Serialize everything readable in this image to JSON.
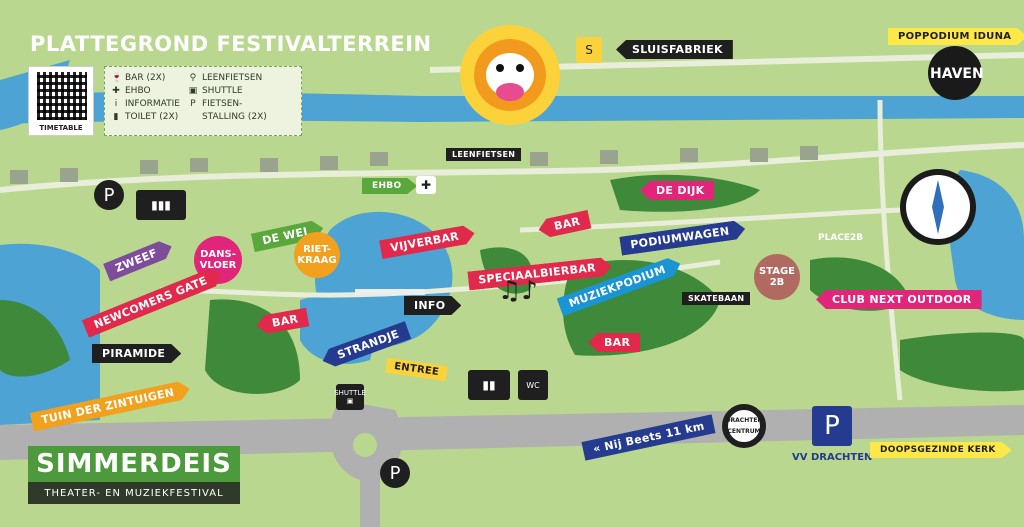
{
  "map": {
    "title": "PLATTEGROND FESTIVALTERREIN",
    "brand": {
      "name": "SIMMERDEIS",
      "subtitle": "THEATER- EN MUZIEKFESTIVAL"
    },
    "qr_label": "TIMETABLE",
    "legend": {
      "left": [
        "BAR (2X)",
        "EHBO",
        "INFORMATIE",
        "TOILET (2X)"
      ],
      "right": [
        "LEENFIETSEN",
        "SHUTTLE",
        "FIETSEN-",
        "STALLING (2X)"
      ]
    },
    "labels": {
      "sluisfabriek": "SLUISFABRIEK",
      "poppodium": "POPPODIUM IDUNA",
      "haven": "HAVEN",
      "leenfietsen": "LEENFIETSEN",
      "ehbo": "EHBO",
      "de_dijk": "DE DIJK",
      "podiumwagen": "PODIUMWAGEN",
      "place2b": "PLACE2B",
      "bar_top": "BAR",
      "vijverbar": "VIJVERBAR",
      "speciaalbierbar": "SPECIAALBIERBAR",
      "de_wei": "DE WEI",
      "rietkraag": "RIET-\nKRAAG",
      "zweef": "ZWEEF",
      "dansvloer": "DANS-\nVLOER",
      "newcomers_gate": "NEWCOMERS GATE",
      "bar_left": "BAR",
      "info": "INFO",
      "muziekpodium": "MUZIEKPODIUM",
      "skatebaan": "SKATEBAAN",
      "stage2b": "STAGE\n2B",
      "club_next": "CLUB NEXT OUTDOOR",
      "piramide": "PIRAMIDE",
      "strandje": "STRANDJE",
      "entree": "ENTREE",
      "bar_mid": "BAR",
      "shuttle": "SHUTTLE",
      "wc": "WC",
      "tuin": "TUIN DER ZINTUIGEN",
      "nij_beets": "« Nij Beets 11 km",
      "drachten_centrum": "DRACHTEN CENTRUM",
      "vv_drachten": "VV DRACHTEN",
      "doopsgezinde": "DOOPSGEZINDE KERK"
    }
  }
}
